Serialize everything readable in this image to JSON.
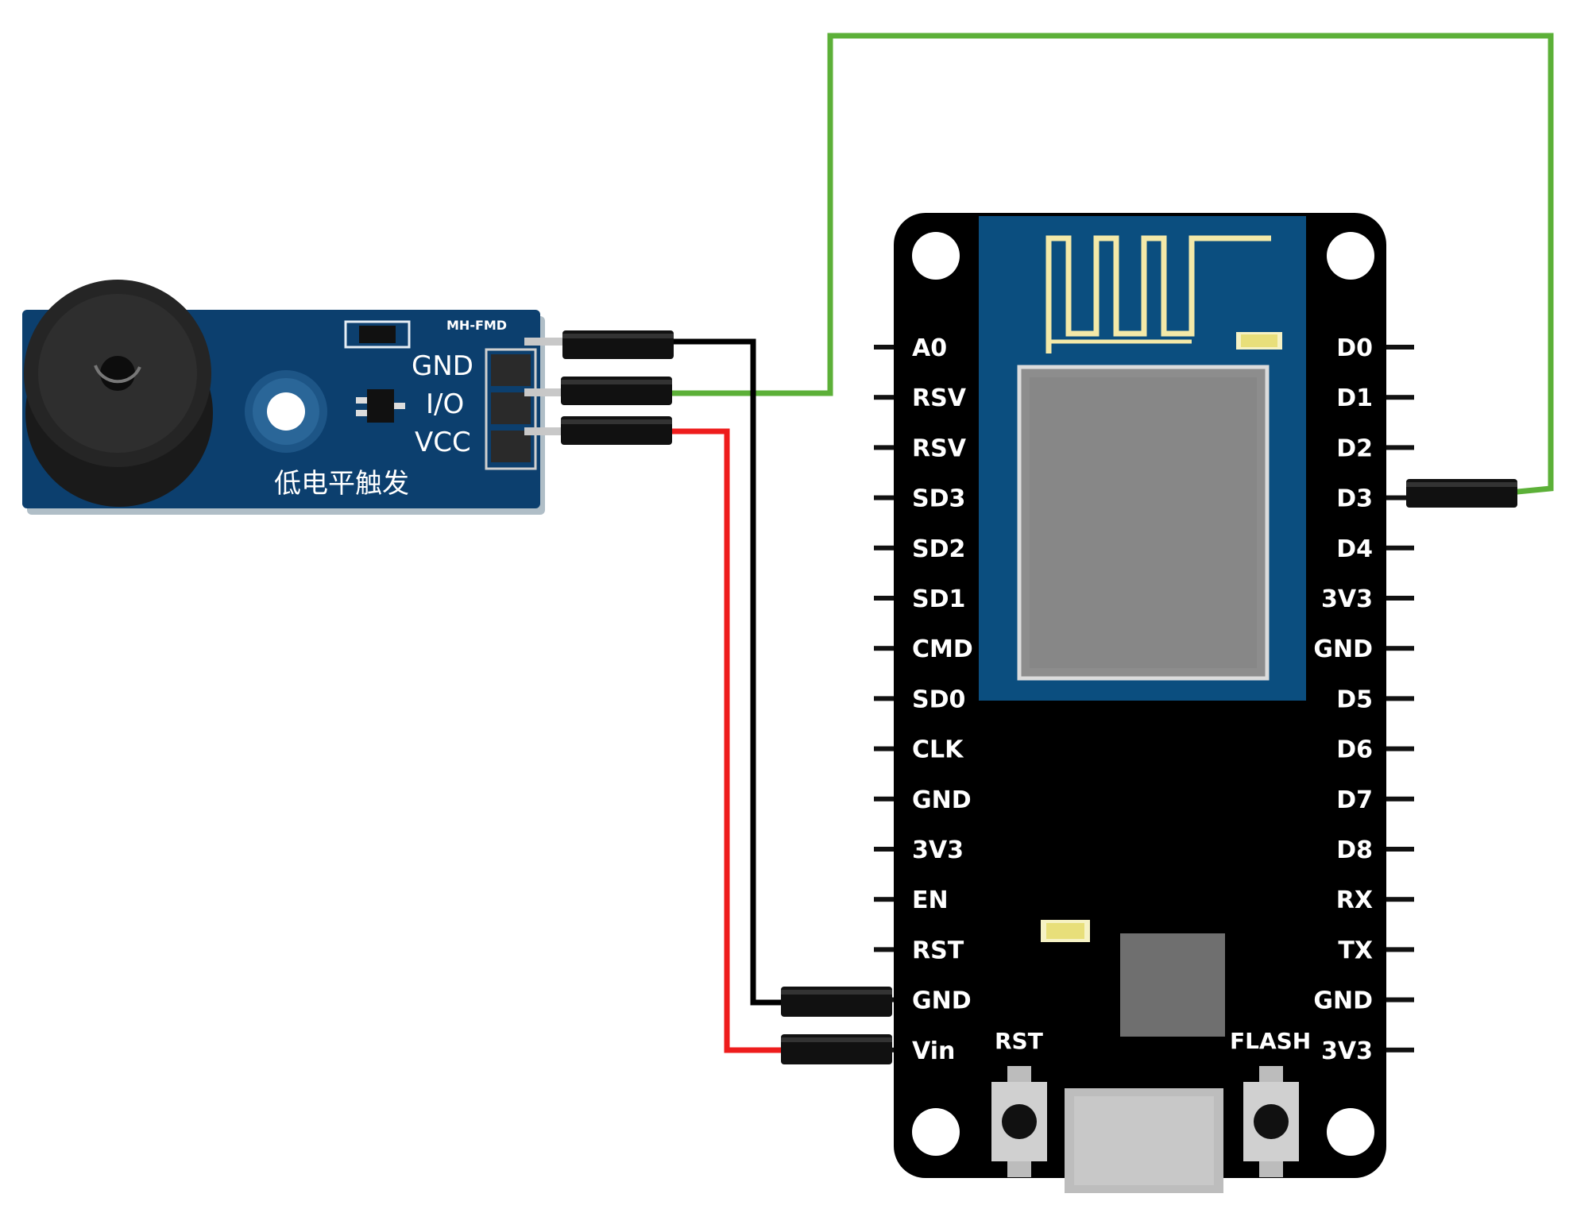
{
  "buzzer_module": {
    "model_label": "MH-FMD",
    "pins": [
      "GND",
      "I/O",
      "VCC"
    ],
    "caption": "低电平触发"
  },
  "nodemcu": {
    "left_pins": [
      "A0",
      "RSV",
      "RSV",
      "SD3",
      "SD2",
      "SD1",
      "CMD",
      "SD0",
      "CLK",
      "GND",
      "3V3",
      "EN",
      "RST",
      "GND",
      "Vin"
    ],
    "right_pins": [
      "D0",
      "D1",
      "D2",
      "D3",
      "D4",
      "3V3",
      "GND",
      "D5",
      "D6",
      "D7",
      "D8",
      "RX",
      "TX",
      "GND",
      "3V3"
    ],
    "buttons": {
      "rst_label": "RST",
      "flash_label": "FLASH"
    }
  },
  "wires": [
    {
      "from": "GND",
      "to": "GND",
      "color": "#000000"
    },
    {
      "from": "I/O",
      "to": "D3",
      "color": "#5cb038"
    },
    {
      "from": "VCC",
      "to": "Vin",
      "color": "#ee1c1c"
    }
  ],
  "colors": {
    "board": "#000000",
    "module_pcb": "#0c3f6e",
    "esp_shield": "#0b4e7f",
    "antenna": "#f4e9a8",
    "chip": "#8d8d8d",
    "led": "#f6f2c4"
  }
}
